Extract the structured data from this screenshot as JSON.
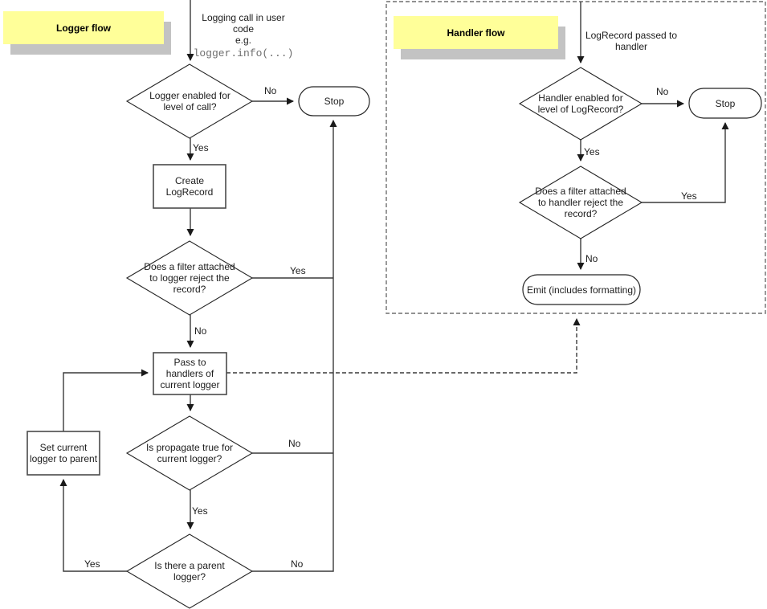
{
  "colors": {
    "note_bg": "#ffff99",
    "note_shadow": "#c3c3c3",
    "shape_fill": "#ffffff",
    "stroke": "#3a3a3a",
    "code_text": "#6e6e6e"
  },
  "logger": {
    "title": "Logger flow",
    "start_caption": "Logging call in user\ncode\ne.g.",
    "start_code": "logger.info(...)",
    "decision_level": "Logger enabled for\nlevel of call?",
    "stop": "Stop",
    "create_record": "Create\nLogRecord",
    "decision_filter": "Does a filter attached\nto logger reject the\nrecord?",
    "pass_handlers": "Pass to\nhandlers of\ncurrent logger",
    "decision_propagate": "Is propagate true for\ncurrent logger?",
    "set_parent": "Set current\nlogger to parent",
    "decision_parent": "Is there a parent\nlogger?",
    "labels": {
      "level_no": "No",
      "level_yes": "Yes",
      "filter_yes": "Yes",
      "filter_no": "No",
      "propagate_no": "No",
      "propagate_yes": "Yes",
      "parent_yes": "Yes",
      "parent_no": "No"
    }
  },
  "handler": {
    "title": "Handler flow",
    "start_caption": "LogRecord passed to\nhandler",
    "decision_level": "Handler enabled for\nlevel of LogRecord?",
    "stop": "Stop",
    "decision_filter": "Does a filter attached\nto handler reject the\nrecord?",
    "emit": "Emit (includes formatting)",
    "labels": {
      "level_no": "No",
      "level_yes": "Yes",
      "filter_yes": "Yes",
      "filter_no": "No"
    }
  }
}
